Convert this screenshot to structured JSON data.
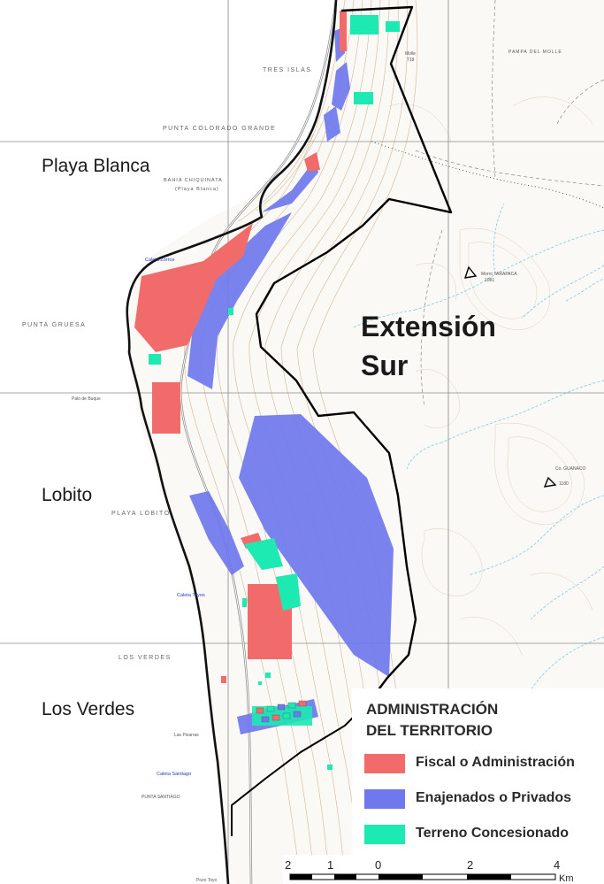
{
  "colors": {
    "fiscal": "#f26b6b",
    "privados": "#6f78ec",
    "concesionado": "#1de9b2",
    "boundary": "#000000",
    "contour": "#c9a98a",
    "stream": "#6fc3df",
    "grid": "#8a8a8a"
  },
  "places": {
    "tres_islas": "TRES ISLAS",
    "punta_colorado": "PUNTA COLORADO GRANDE",
    "playa_blanca": "Playa Blanca",
    "bahia_chiquinata": "BAHIA CHIQUINATA",
    "playa_blanca_paren": "(Playa Blanca)",
    "caleta_zorros": "Caleta Zorros",
    "punta_gruesa": "PUNTA GRUESA",
    "palo_buque": "Palo de Buque",
    "lobito": "Lobito",
    "playa_lobito": "PLAYA LOBITO",
    "caleta_toyos": "Caleta Toyos",
    "los_verdes_caps": "LOS VERDES",
    "los_verdes": "Los Verdes",
    "las_pizarras": "Las Pizarras",
    "caleta_santiago": "Caleta Santiago",
    "punta_santiago": "PUNTA SANTIAGO",
    "pozo_toyo": "Pozo Toyo",
    "pampa_molle": "PAMPA DEL MOLLE",
    "morro_tarapaca": "Morro TARAPACA",
    "morro_tarapaca_alt": "1081",
    "co_guanaco": "Co. GUANACO",
    "co_guanaco_alt": "1180",
    "molle": "Molle",
    "molle_num": "718",
    "extension": "Extensión",
    "sur": "Sur"
  },
  "legend": {
    "title": "ADMINISTRACIÓN\nDEL TERRITORIO",
    "items": [
      {
        "label": "Fiscal o Administración",
        "color": "#f26b6b"
      },
      {
        "label": "Enajenados o Privados",
        "color": "#6f78ec"
      },
      {
        "label": "Terreno Concesionado",
        "color": "#1de9b2"
      }
    ]
  },
  "scale": {
    "ticks": [
      "2",
      "1",
      "0",
      "2",
      "4"
    ],
    "unit": "Km"
  }
}
